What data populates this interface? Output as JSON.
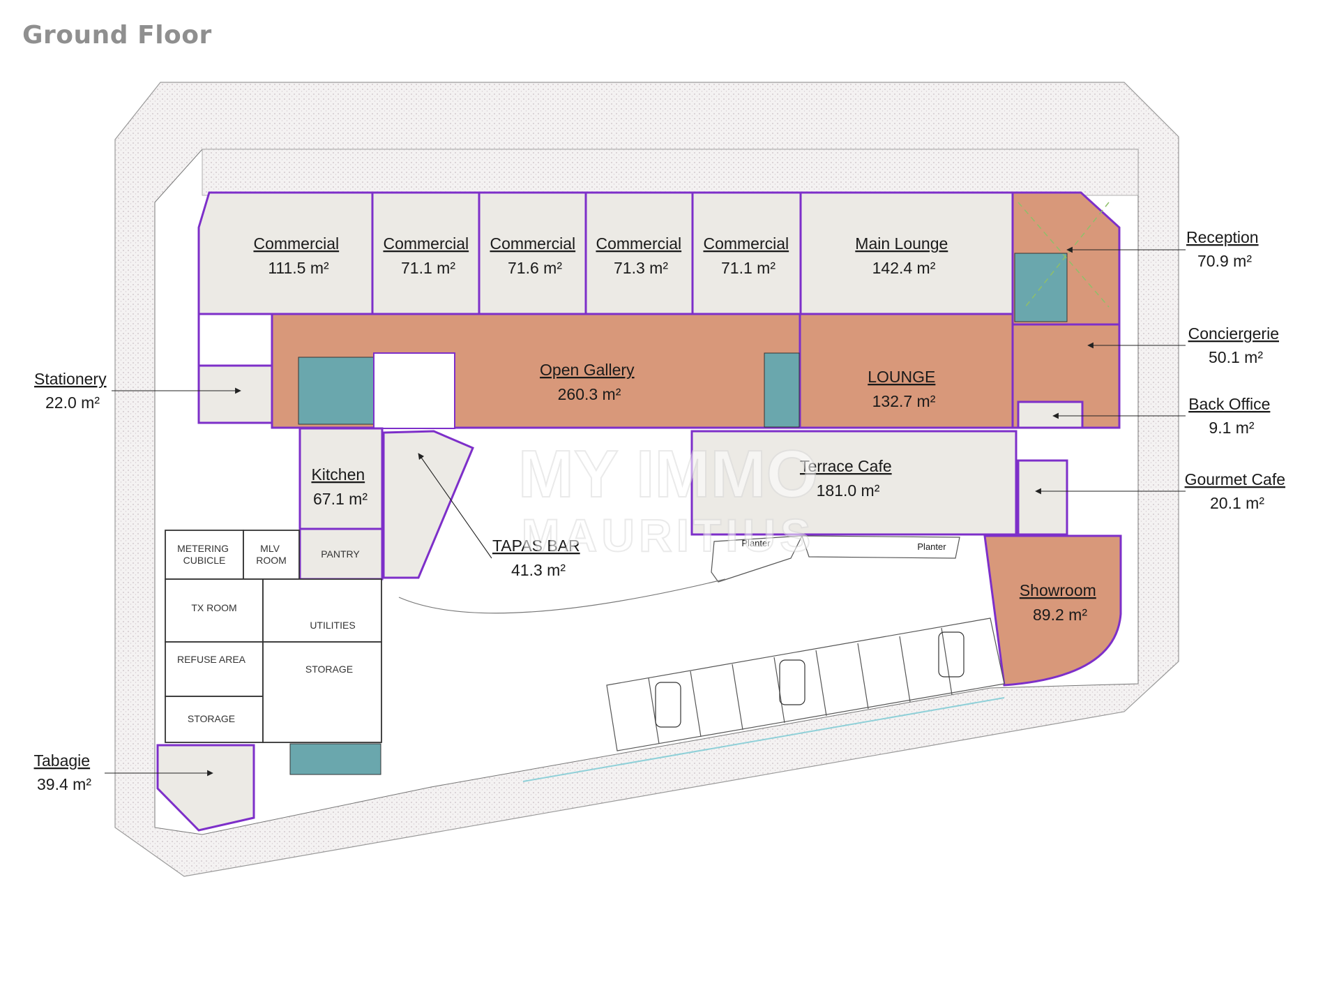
{
  "title": "Ground Floor",
  "watermark": {
    "line1": "MY IMMO",
    "line2": "MAURITIUS"
  },
  "colors": {
    "accent_room": "#d8987a",
    "neutral_room": "#eceae5",
    "outline": "#7d2fc9",
    "stair": "#6aa7ad",
    "site": "#f3f1f1"
  },
  "rooms": {
    "commercial_1": {
      "name": "Commercial",
      "area": "111.5 m²"
    },
    "commercial_2": {
      "name": "Commercial",
      "area": "71.1 m²"
    },
    "commercial_3": {
      "name": "Commercial",
      "area": "71.6 m²"
    },
    "commercial_4": {
      "name": "Commercial",
      "area": "71.3 m²"
    },
    "commercial_5": {
      "name": "Commercial",
      "area": "71.1 m²"
    },
    "main_lounge": {
      "name": "Main Lounge",
      "area": "142.4 m²"
    },
    "reception": {
      "name": "Reception",
      "area": "70.9 m²"
    },
    "conciergerie": {
      "name": "Conciergerie",
      "area": "50.1 m²"
    },
    "back_office": {
      "name": "Back Office",
      "area": "9.1 m²"
    },
    "gourmet_cafe": {
      "name": "Gourmet Cafe",
      "area": "20.1 m²"
    },
    "stationery": {
      "name": "Stationery",
      "area": "22.0 m²"
    },
    "open_gallery": {
      "name": "Open Gallery",
      "area": "260.3 m²"
    },
    "lounge": {
      "name": "LOUNGE",
      "area": "132.7 m²"
    },
    "kitchen": {
      "name": "Kitchen",
      "area": "67.1 m²"
    },
    "terrace_cafe": {
      "name": "Terrace Cafe",
      "area": "181.0 m²"
    },
    "tapas_bar": {
      "name": "TAPAS BAR",
      "area": "41.3 m²"
    },
    "showroom": {
      "name": "Showroom",
      "area": "89.2 m²"
    },
    "tabagie": {
      "name": "Tabagie",
      "area": "39.4 m²"
    }
  },
  "service_rooms": {
    "metering_1": "METERING",
    "metering_2": "CUBICLE",
    "mlv_1": "MLV",
    "mlv_2": "ROOM",
    "pantry": "PANTRY",
    "tx_room": "TX ROOM",
    "utilities": "UTILITIES",
    "refuse_area": "REFUSE AREA",
    "storage_1": "STORAGE",
    "storage_2": "STORAGE"
  },
  "planters": {
    "left": "Planter",
    "right": "Planter"
  }
}
